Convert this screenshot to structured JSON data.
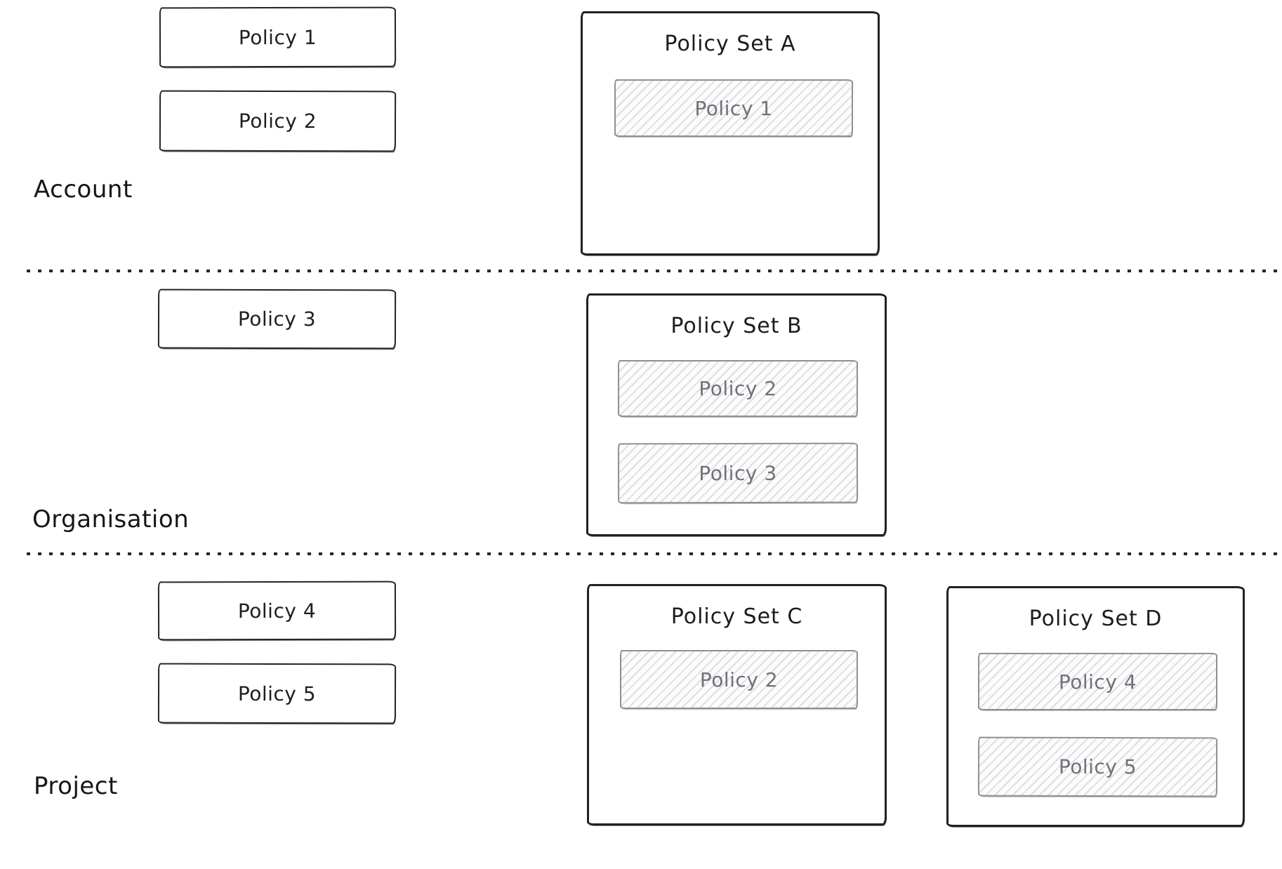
{
  "diagram": {
    "sections": [
      {
        "label": "Account",
        "policies": [
          "Policy 1",
          "Policy 2"
        ],
        "policy_sets": [
          {
            "title": "Policy Set A",
            "members": [
              "Policy 1"
            ]
          }
        ]
      },
      {
        "label": "Organisation",
        "policies": [
          "Policy 3"
        ],
        "policy_sets": [
          {
            "title": "Policy Set B",
            "members": [
              "Policy 2",
              "Policy 3"
            ]
          }
        ]
      },
      {
        "label": "Project",
        "policies": [
          "Policy 4",
          "Policy 5"
        ],
        "policy_sets": [
          {
            "title": "Policy Set C",
            "members": [
              "Policy 2"
            ]
          },
          {
            "title": "Policy Set D",
            "members": [
              "Policy 4",
              "Policy 5"
            ]
          }
        ]
      }
    ],
    "colors": {
      "stroke": "#212121",
      "hatch_border": "#8d9094",
      "hatch_text": "#6e7276",
      "background": "#ffffff"
    }
  }
}
